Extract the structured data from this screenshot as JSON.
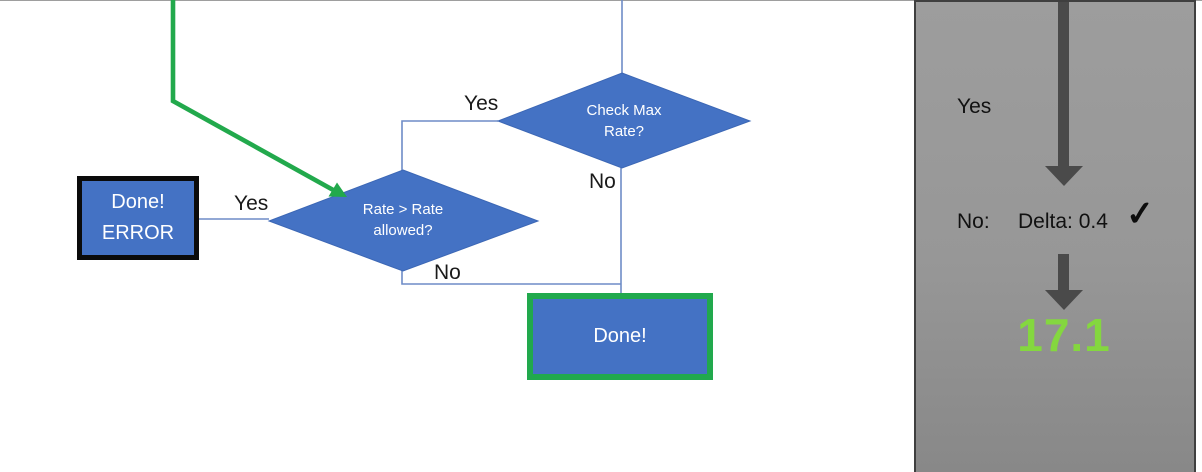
{
  "slide": {
    "flowchart": {
      "check_max_diamond": {
        "text": "Check Max\nRate?"
      },
      "rate_diamond": {
        "text": "Rate > Rate\nallowed?"
      },
      "done_error_box": {
        "text": "Done!\nERROR"
      },
      "done_box": {
        "text": "Done!"
      },
      "labels": {
        "check_max_yes": "Yes",
        "check_max_no": "No",
        "rate_yes": "Yes",
        "rate_no": "No"
      }
    },
    "side_panel": {
      "yes_label": "Yes",
      "no_label": "No:",
      "delta_value": "Delta: 0.4",
      "check_symbol": "✓",
      "result_value": "17.1"
    },
    "colors": {
      "shape_blue": "#4472C4",
      "connector_blue": "#6e8cc7",
      "flow_green": "#22A94C",
      "result_green": "#84D73F",
      "arrow_gray": "#4A4A4A",
      "panel_gray_top": "#9D9D9D",
      "panel_gray_bottom": "#888888",
      "error_border_black": "#0B0B0B"
    }
  }
}
